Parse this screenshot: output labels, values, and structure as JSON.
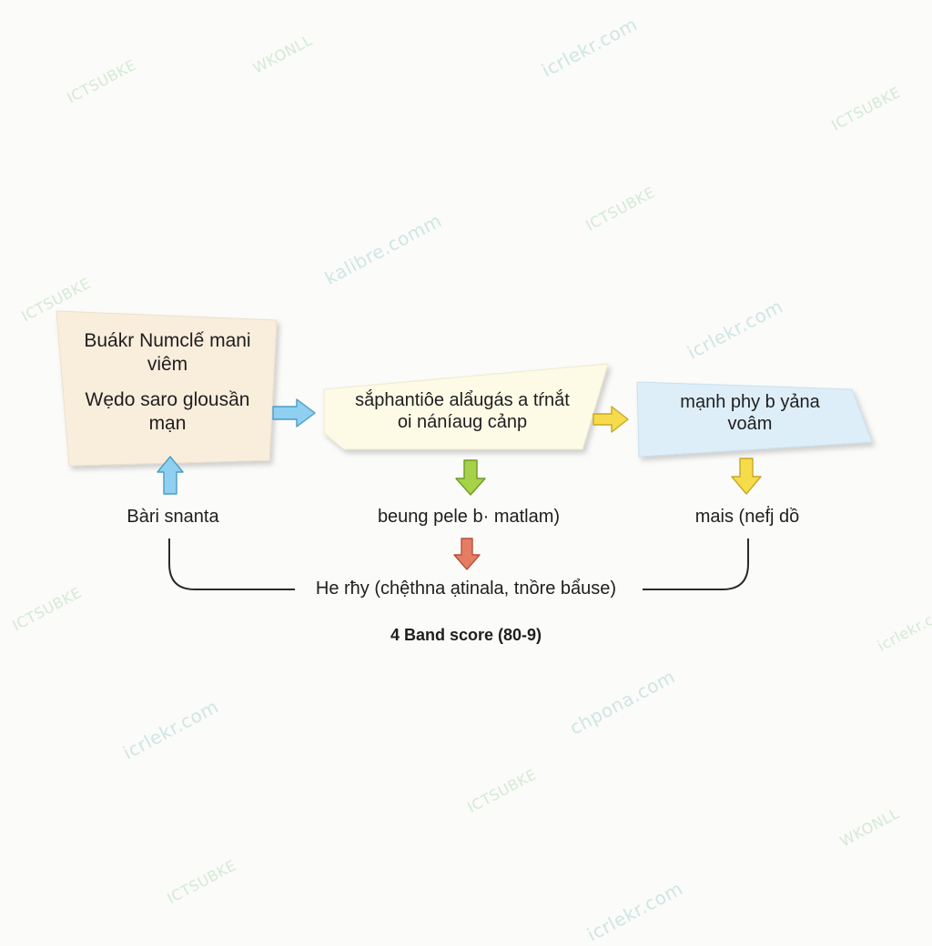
{
  "watermarks": {
    "brand_a": "kalibre.comm",
    "brand_b": "icrlekr.com",
    "brand_c": "chpona.com",
    "brand_d": "ICTSUBKE",
    "brand_e": "WKONLL"
  },
  "boxes": {
    "left": {
      "line1": "Buákr Numclế mani",
      "line2": "viêm",
      "line3": "Wẹdo saro glousần",
      "line4": "mạn"
    },
    "middle": {
      "line1": "sắphantiôe alẩugás a tŕnắt",
      "line2": "oi náníaug cảnp"
    },
    "right": {
      "line1": "mạnh phy b yảna",
      "line2": "voâm"
    }
  },
  "labels": {
    "left": "Bàri snanta",
    "middle": "beung pele b· matlam)",
    "right": "mais (neḟj dồ",
    "bottom": "He rħy (chệthna ạtinala, tnồre bẩuse)",
    "score": "4 Band score (80-9)"
  },
  "colors": {
    "box_left": "#f9eddc",
    "box_middle": "#fdfbe6",
    "box_right": "#ddeef8",
    "arrow_blue": "#8fd0f0",
    "arrow_yellow": "#f6dc4a",
    "arrow_green": "#a6d24a",
    "arrow_red": "#e57d64"
  }
}
